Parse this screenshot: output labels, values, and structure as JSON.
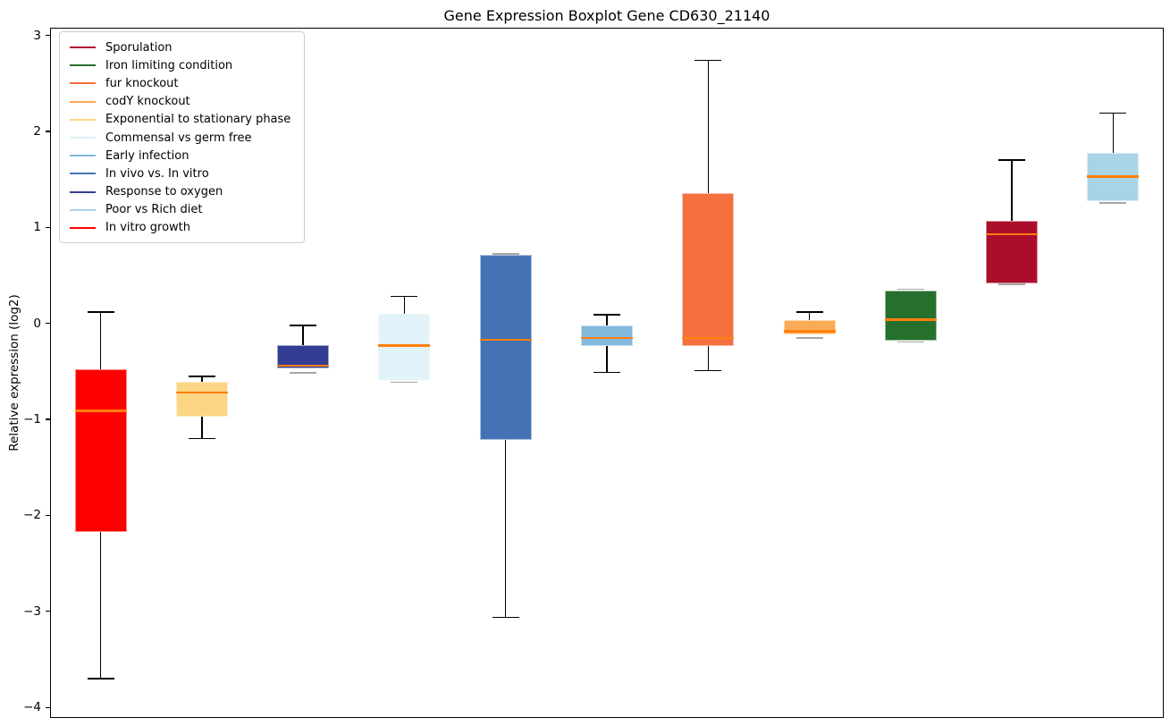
{
  "figure": {
    "title": "Gene Expression Boxplot Gene CD630_21140"
  },
  "chart_data": {
    "type": "boxplot",
    "title": "Gene Expression Boxplot Gene CD630_21140",
    "xlabel": "",
    "ylabel": "Relative expression (log2)",
    "ylim": [
      -4.11,
      3.08
    ],
    "yticks": [
      3,
      2,
      1,
      0,
      -1,
      -2,
      -3,
      -4
    ],
    "grid": false,
    "x_tick_labels_shown": false,
    "legend_position": "upper-left",
    "median_color": "#ff7f0e",
    "whisker_color": "#000000",
    "overlap_cap_color": "#a6a6a6",
    "series": [
      {
        "name": "In vitro growth",
        "color": "#ff0000",
        "whisker_low": -3.7,
        "q1": -2.17,
        "median": -0.91,
        "q3": -0.48,
        "whisker_high": 0.12
      },
      {
        "name": "Exponential to stationary phase",
        "color": "#fcd685",
        "whisker_low": -1.2,
        "q1": -0.97,
        "median": -0.72,
        "q3": -0.61,
        "whisker_high": -0.55
      },
      {
        "name": "Response to oxygen",
        "color": "#333d92",
        "whisker_low": -0.5,
        "q1": -0.47,
        "median": -0.44,
        "q3": -0.23,
        "whisker_high": -0.02
      },
      {
        "name": "Commensal vs germ free",
        "color": "#e1f2f8",
        "whisker_low": -0.6,
        "q1": -0.6,
        "median": -0.23,
        "q3": 0.1,
        "whisker_high": 0.28
      },
      {
        "name": "In vivo vs. In vitro",
        "color": "#4473b5",
        "whisker_low": -3.06,
        "q1": -1.21,
        "median": -0.17,
        "q3": 0.71,
        "whisker_high": 0.71
      },
      {
        "name": "Early infection",
        "color": "#82b8dc",
        "whisker_low": -0.51,
        "q1": -0.24,
        "median": -0.15,
        "q3": -0.02,
        "whisker_high": 0.09
      },
      {
        "name": "fur knockout",
        "color": "#f4713f",
        "whisker_low": -0.49,
        "q1": -0.24,
        "median": -0.15,
        "q3": 1.36,
        "whisker_high": 2.74
      },
      {
        "name": "codY knockout",
        "color": "#fbaa55",
        "whisker_low": -0.14,
        "q1": -0.11,
        "median": -0.08,
        "q3": 0.03,
        "whisker_high": 0.12
      },
      {
        "name": "Iron limiting condition",
        "color": "#276f2d",
        "whisker_low": -0.18,
        "q1": -0.18,
        "median": 0.04,
        "q3": 0.34,
        "whisker_high": 0.34
      },
      {
        "name": "Sporulation",
        "color": "#ab0d2d",
        "whisker_low": 0.42,
        "q1": 0.42,
        "median": 0.93,
        "q3": 1.07,
        "whisker_high": 1.7
      },
      {
        "name": "Poor vs Rich diet",
        "color": "#a8d4e6",
        "whisker_low": 1.27,
        "q1": 1.27,
        "median": 1.53,
        "q3": 1.78,
        "whisker_high": 2.19
      }
    ],
    "legend": [
      {
        "label": "Sporulation",
        "color": "#ab0d2d"
      },
      {
        "label": "Iron limiting condition",
        "color": "#276f2d"
      },
      {
        "label": "fur knockout",
        "color": "#f4713f"
      },
      {
        "label": "codY knockout",
        "color": "#faa755"
      },
      {
        "label": "Exponential to stationary phase",
        "color": "#fcd685"
      },
      {
        "label": "Commensal vs germ free",
        "color": "#dff0f7"
      },
      {
        "label": "Early infection",
        "color": "#82b8dc"
      },
      {
        "label": "In vivo vs. In vitro",
        "color": "#4473b5"
      },
      {
        "label": "Response to oxygen",
        "color": "#333d92"
      },
      {
        "label": "Poor vs Rich diet",
        "color": "#a8d4e6"
      },
      {
        "label": "In vitro growth",
        "color": "#ff0000"
      }
    ]
  }
}
